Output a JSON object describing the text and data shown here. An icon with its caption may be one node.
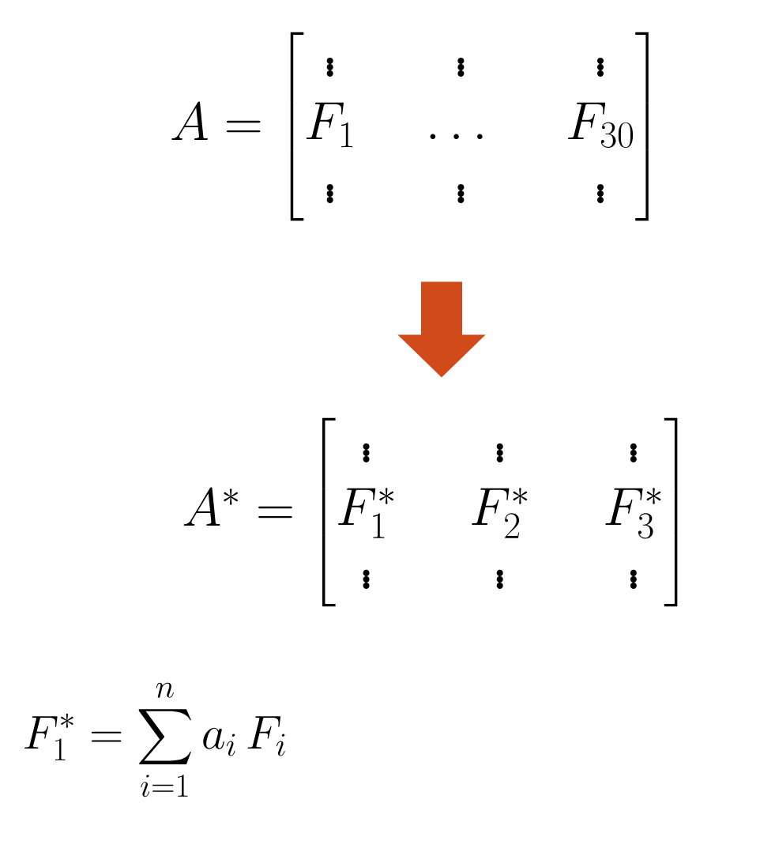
{
  "diagram": {
    "nodes": [
      {
        "text": [
          "A = \\begin{bmatrix} \\vdots & \\vdots & \\vdots \\\\ F_1 & \\dots & F_{30} \\\\ \\vdots & \\vdots & \\vdots \\end{bmatrix}"
        ]
      },
      {
        "text": [
          "A^* = \\begin{bmatrix} \\vdots & \\vdots & \\vdots \\\\ F_1^* & F_2^* & F_3^* \\\\ \\vdots & \\vdots & \\vdots \\end{bmatrix}"
        ]
      }
    ],
    "edges": [
      {
        "from": 0,
        "to": 1,
        "arrow": "to"
      }
    ],
    "labels": [
      "F_1^* = \\sum_{i=1}^{n} a_i \\, F_i"
    ]
  }
}
